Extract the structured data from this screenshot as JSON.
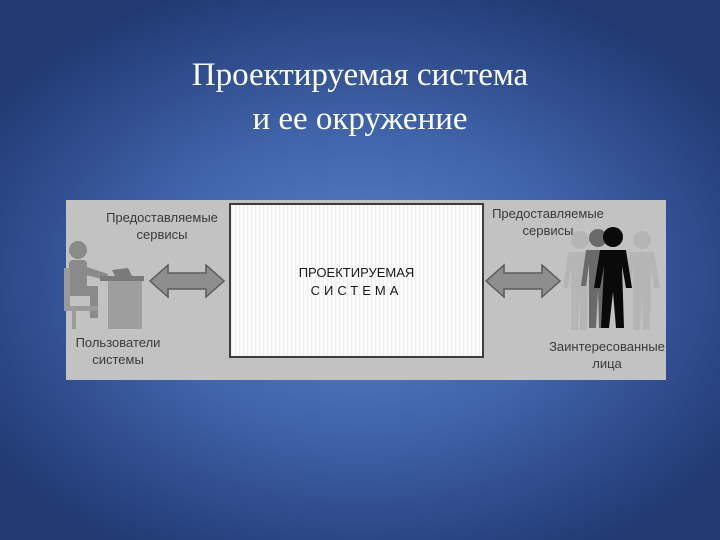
{
  "title": {
    "line1": "Проектируемая система",
    "line2": "и ее окружение"
  },
  "diagram": {
    "system_label_line1": "ПРОЕКТИРУЕМАЯ",
    "system_label_line2": "СИСТЕМА",
    "left_services_line1": "Предоставляемые",
    "left_services_line2": "сервисы",
    "right_services_line1": "Предоставляемые",
    "right_services_line2": "сервисы",
    "users_line1": "Пользователи",
    "users_line2": "системы",
    "stakeholders_line1": "Заинтересованные",
    "stakeholders_line2": "лица"
  },
  "icons": [
    "user-at-computer-icon",
    "left-double-arrow-icon",
    "right-double-arrow-icon",
    "stakeholders-group-icon"
  ],
  "colors": {
    "background": "#4266ad",
    "panel": "#c2c2c2",
    "system_box": "#fbfbfb",
    "title_text": "#ffffff"
  }
}
